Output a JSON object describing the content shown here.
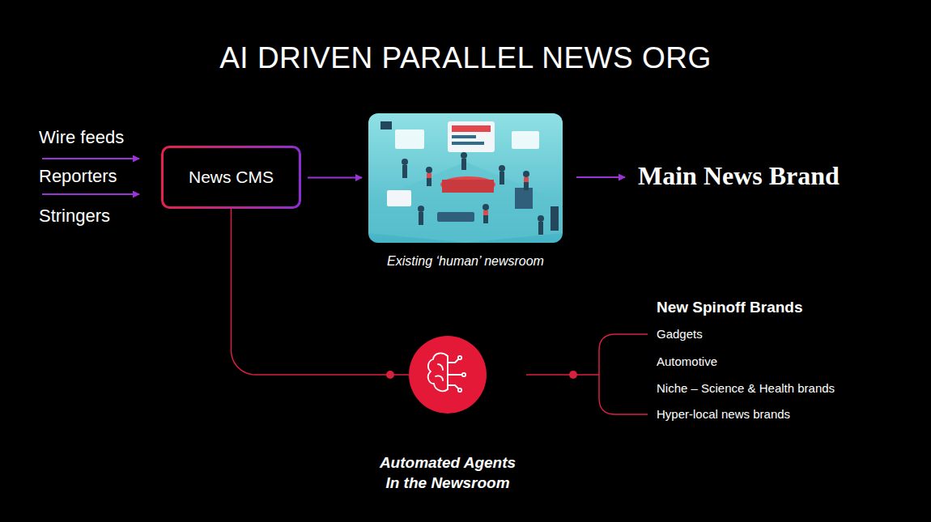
{
  "diagram": {
    "title": "AI DRIVEN PARALLEL NEWS ORG",
    "nodes": [
      {
        "text": [
          "News CMS"
        ]
      },
      {
        "text": [
          "Existing ‘human’ newsroom"
        ]
      },
      {
        "text": [
          "Automated Agents In the Newsroom"
        ]
      }
    ],
    "edges": [
      {
        "from": 0,
        "to": 1,
        "arrow": "to"
      },
      {
        "from": 0,
        "to": 2,
        "arrow": "none"
      }
    ],
    "labels": [
      "Wire feeds",
      "Reporters",
      "Stringers",
      "Main News Brand",
      "New Spinoff Brands",
      "Gadgets",
      "Automotive",
      "Niche – Science & Health brands",
      "Hyper-local news brands"
    ]
  }
}
